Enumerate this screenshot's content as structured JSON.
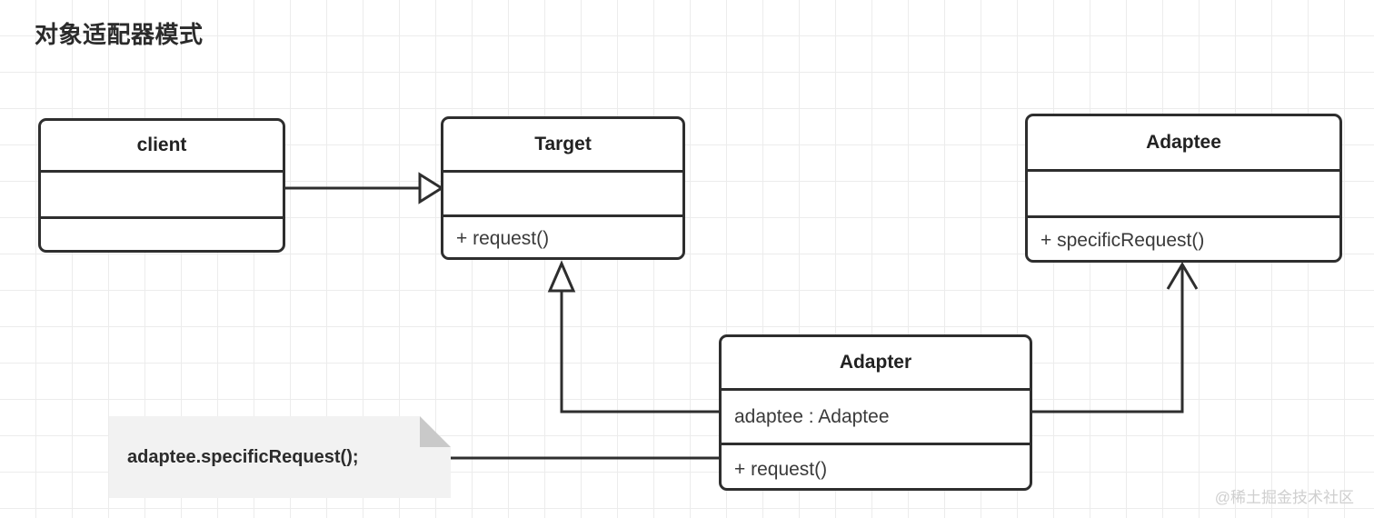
{
  "diagram": {
    "title": "对象适配器模式",
    "watermark": "@稀土掘金技术社区",
    "stroke_color": "#2e2e2e",
    "note_fill": "#f2f2f2",
    "note_fold_color": "#c9c9c9",
    "grid_color": "#ececec",
    "background": "#ffffff"
  },
  "classes": {
    "client": {
      "name": "client",
      "attributes": "",
      "methods": ""
    },
    "target": {
      "name": "Target",
      "attributes": "",
      "methods": "+ request()"
    },
    "adaptee": {
      "name": "Adaptee",
      "attributes": "",
      "methods": "+ specificRequest()"
    },
    "adapter": {
      "name": "Adapter",
      "attributes": "adaptee : Adaptee",
      "methods": "+ request()"
    }
  },
  "note": {
    "text": "adaptee.specificRequest();"
  },
  "relations": [
    {
      "id": "client-to-target",
      "from": "client",
      "to": "target",
      "type": "association",
      "arrowhead": "open-triangle"
    },
    {
      "id": "adapter-to-target",
      "from": "adapter",
      "to": "target",
      "type": "realization",
      "arrowhead": "hollow-triangle"
    },
    {
      "id": "adapter-to-adaptee",
      "from": "adapter",
      "to": "adaptee",
      "type": "association",
      "arrowhead": "open-arrow"
    },
    {
      "id": "note-to-adapter",
      "from": "note",
      "to": "adapter",
      "type": "note-link",
      "arrowhead": "none"
    }
  ]
}
